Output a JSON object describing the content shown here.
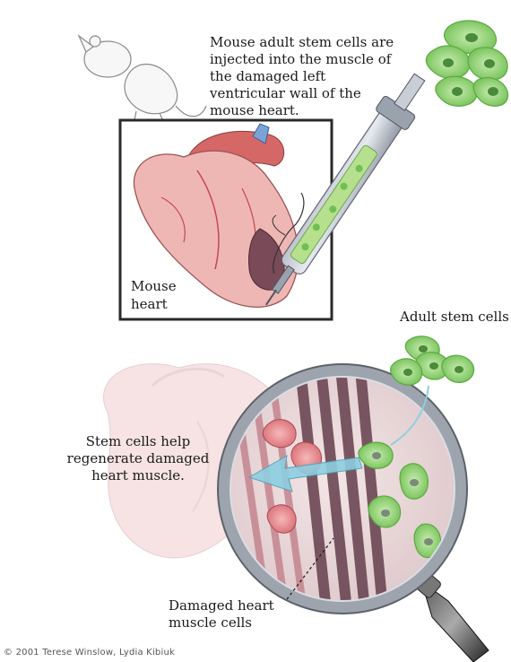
{
  "labels": {
    "injection_note": "Mouse adult stem cells are injected into the muscle of the damaged left ventricular wall of the mouse heart.",
    "mouse_heart": "Mouse heart",
    "adult_stem_cells": "Adult stem cells",
    "stem_cells_help": "Stem cells help regenerate damaged heart muscle.",
    "damaged_cells": "Damaged heart muscle cells"
  },
  "credit": "© 2001 Terese Winslow, Lydia Kibiuk",
  "colors": {
    "stem_cell": "#8fcf6e",
    "heart": "#e9a9a9",
    "damaged": "#7a4a58",
    "arrow": "#8ccfe0"
  }
}
